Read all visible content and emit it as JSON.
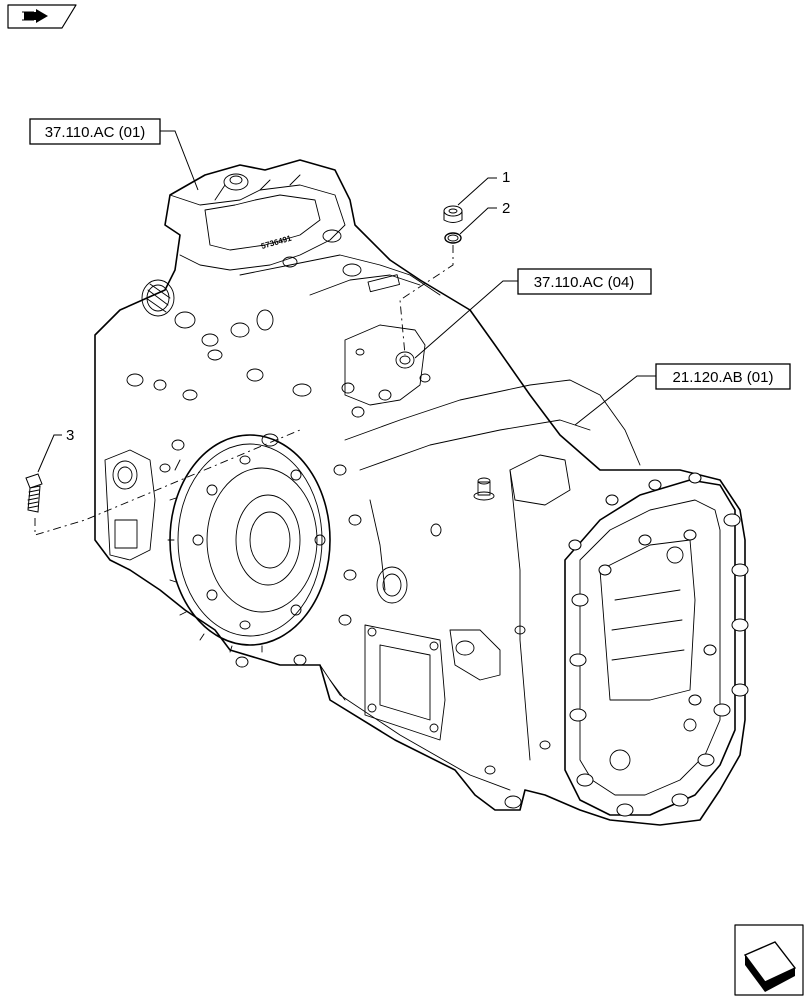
{
  "nav": {
    "top_icon": "book-arrow-icon",
    "bottom_icon": "next-page-arrow-icon"
  },
  "references": {
    "ref1": "37.110.AC (01)",
    "ref2": "37.110.AC (04)",
    "ref3": "21.120.AB (01)"
  },
  "callouts": {
    "c1": "1",
    "c2": "2",
    "c3": "3"
  },
  "part_marking": "5736491",
  "colors": {
    "line": "#000000",
    "background": "#ffffff"
  }
}
